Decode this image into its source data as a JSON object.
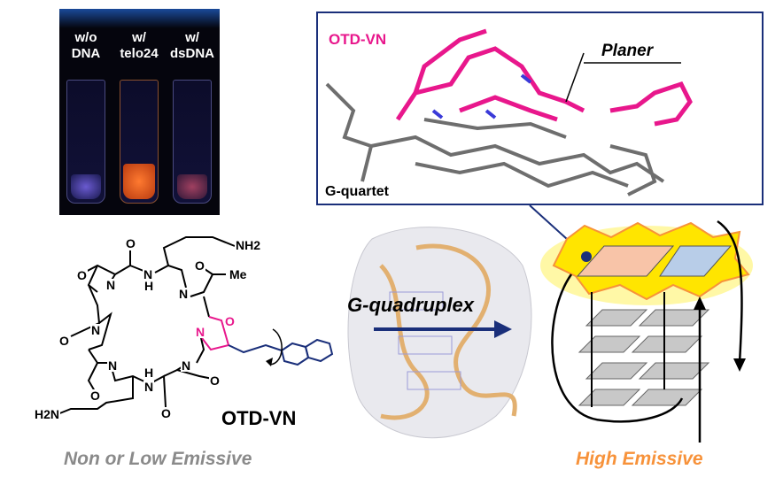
{
  "photo": {
    "vials": [
      {
        "line1": "w/o",
        "line2": "DNA"
      },
      {
        "line1": "w/",
        "line2": "telo24"
      },
      {
        "line1": "w/",
        "line2": "dsDNA"
      }
    ]
  },
  "model_panel": {
    "compound_label": "OTD-VN",
    "planer_label": "Planer",
    "quartet_label": "G-quartet"
  },
  "structure": {
    "name": "OTD-VN",
    "atoms": [
      "O",
      "N",
      "H",
      "O",
      "N",
      "O",
      "N",
      "Me",
      "N",
      "O",
      "N",
      "O",
      "N",
      "O",
      "H",
      "N",
      "N",
      "O",
      "O",
      "H2N",
      "NH2"
    ]
  },
  "arrow_label": "G-quadruplex",
  "captions": {
    "left": "Non or Low Emissive",
    "right": "High Emissive"
  },
  "colors": {
    "magenta": "#e8178c",
    "navy": "#1a2f7a",
    "orange": "#f7923a",
    "gray": "#8a8a8a"
  }
}
